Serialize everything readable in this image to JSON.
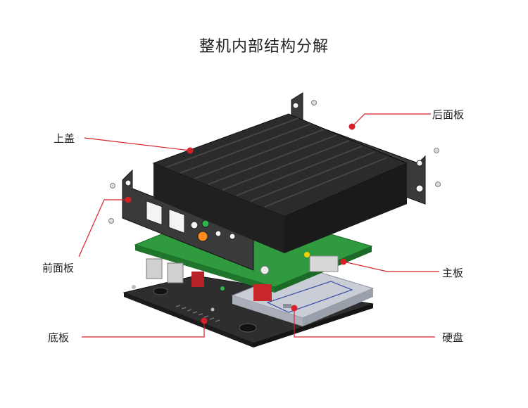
{
  "title": "整机内部结构分解",
  "labels": {
    "top_cover": "上盖",
    "rear_panel": "后面板",
    "front_panel": "前面板",
    "mainboard": "主板",
    "base_plate": "底板",
    "hard_disk": "硬盘"
  },
  "colors": {
    "leader": "#d6202a",
    "metal_dark": "#2b2b2b",
    "pcb_green": "#2f9a3e",
    "drive_gray": "#c9cdd6"
  }
}
